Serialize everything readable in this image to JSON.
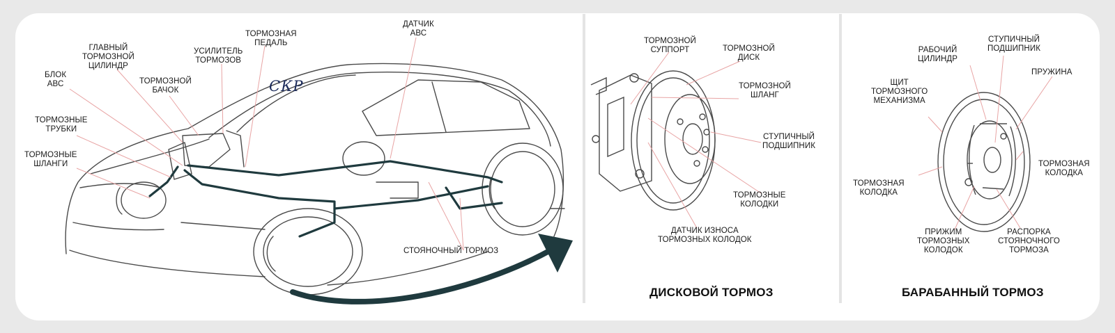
{
  "logo": "СКР",
  "overview_labels": {
    "hoses": "ТОРМОЗНЫЕ\nШЛАНГИ",
    "pipes": "ТОРМОЗНЫЕ\nТРУБКИ",
    "abs_unit": "БЛОК\nАВС",
    "master_cylinder": "ГЛАВНЫЙ\nТОРМОЗНОЙ\nЦИЛИНДР",
    "reservoir": "ТОРМОЗНОЙ\nБАЧОК",
    "booster": "УСИЛИТЕЛЬ\nТОРМОЗОВ",
    "pedal": "ТОРМОЗНАЯ\nПЕДАЛЬ",
    "abs_sensor": "ДАТЧИК\nАВС",
    "parking_brake": "СТОЯНОЧНЫЙ ТОРМОЗ"
  },
  "disc_brake": {
    "title": "ДИСКОВОЙ ТОРМОЗ",
    "caliper": "ТОРМОЗНОЙ\nСУППОРТ",
    "disc": "ТОРМОЗНОЙ\nДИСК",
    "hose": "ТОРМОЗНОЙ\nШЛАНГ",
    "hub_bearing": "СТУПИЧНЫЙ\nПОДШИПНИК",
    "pads": "ТОРМОЗНЫЕ\nКОЛОДКИ",
    "wear_sensor": "ДАТЧИК ИЗНОСА\nТОРМОЗНЫХ КОЛОДОК"
  },
  "drum_brake": {
    "title": "БАРАБАННЫЙ ТОРМОЗ",
    "wheel_cylinder": "РАБОЧИЙ\nЦИЛИНДР",
    "hub_bearing": "СТУПИЧНЫЙ\nПОДШИПНИК",
    "spring": "ПРУЖИНА",
    "backing_plate": "ЩИТ\nТОРМОЗНОГО\nМЕХАНИЗМА",
    "shoe_right": "ТОРМОЗНАЯ\nКОЛОДКА",
    "shoe_left": "ТОРМОЗНАЯ\nКОЛОДКА",
    "hold_down": "ПРИЖИМ\nТОРМОЗНЫХ\nКОЛОДОК",
    "parking_strut": "РАСПОРКА\nСТОЯНОЧНОГО\nТОРМОЗА"
  },
  "colors": {
    "brake_line": "#1f3a3e",
    "leader_line": "#e8a4a4",
    "outline": "#4a4a4a"
  }
}
